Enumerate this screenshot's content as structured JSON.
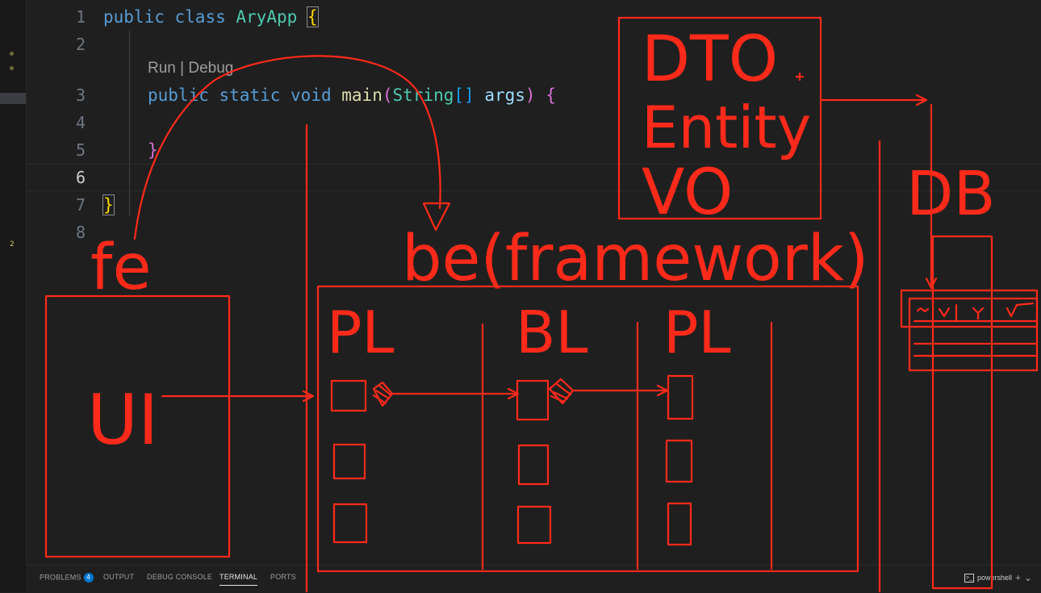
{
  "editor": {
    "codelens": "Run | Debug",
    "lines": [
      {
        "num": "1",
        "keyword": "public",
        "keyword2": "class",
        "classname": "AryApp",
        "brace": "{"
      },
      {
        "num": "2"
      },
      {
        "num": "3",
        "keyword": "public",
        "keyword2": "static",
        "keyword3": "void",
        "method": "main",
        "paren_open": "(",
        "type": "String",
        "brackets": "[]",
        "param": "args",
        "paren_close": ")",
        "brace": "{"
      },
      {
        "num": "4"
      },
      {
        "num": "5",
        "brace": "}"
      },
      {
        "num": "6"
      },
      {
        "num": "7",
        "brace": "}"
      },
      {
        "num": "8"
      }
    ],
    "gutter_badge": "2"
  },
  "panel": {
    "tabs": [
      "PROBLEMS",
      "OUTPUT",
      "DEBUG CONSOLE",
      "TERMINAL",
      "PORTS"
    ],
    "active_tab": "TERMINAL",
    "problems_count": "4",
    "shell_label": "powershell",
    "shell_plus": "+",
    "shell_chevron": "⌄"
  },
  "annotations": {
    "fe": "fe",
    "ui": "UI",
    "be": "be(framework)",
    "pl_left": "PL",
    "bl": "BL",
    "pl_right": "PL",
    "dto": "DTO",
    "entity": "Entity",
    "vo": "VO",
    "db": "DB",
    "ink_color": "#ff2a1a"
  }
}
